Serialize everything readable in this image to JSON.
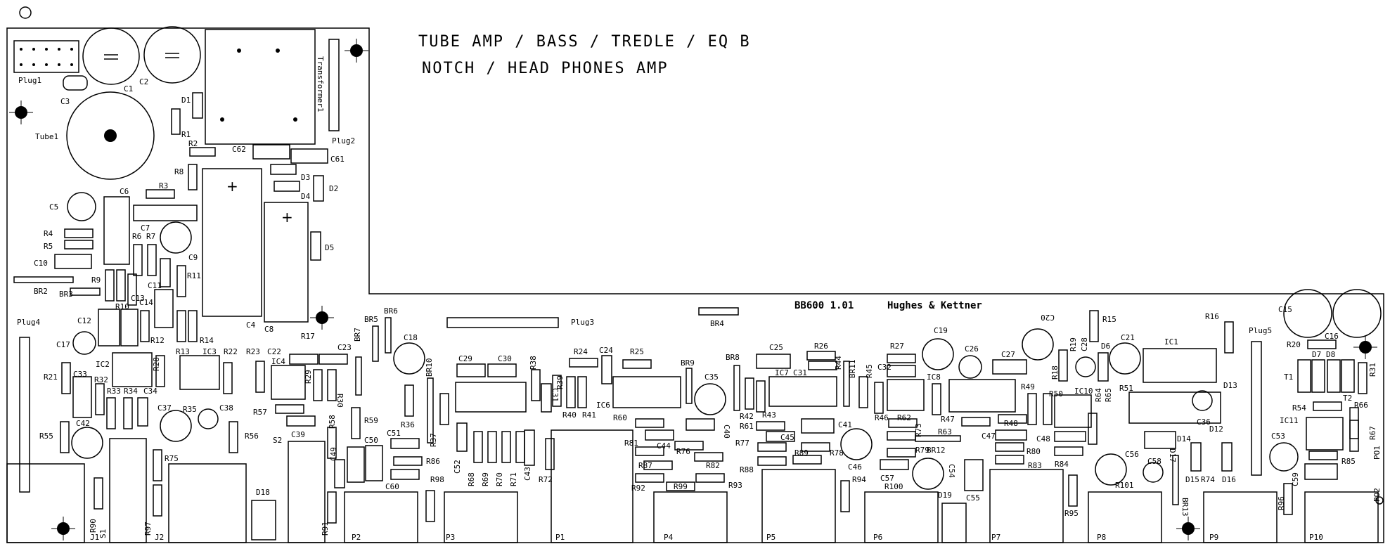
{
  "title": {
    "line1": "TUBE AMP / BASS / TREDLE / EQ B",
    "line2": "NOTCH / HEAD PHONES AMP"
  },
  "board": {
    "version": "BB600 1.01",
    "maker": "Hughes & Kettner"
  },
  "labels": {
    "plug1": "Plug1",
    "plug2": "Plug2",
    "plug3": "Plug3",
    "plug4": "Plug4",
    "plug5": "Plug5",
    "transformer": "Transformer1",
    "tube": "Tube1",
    "c1": "C1",
    "c2": "C2",
    "c3": "C3",
    "c4": "C4",
    "c5": "C5",
    "c6": "C6",
    "c7": "C7",
    "c8": "C8",
    "c9": "C9",
    "c10": "C10",
    "c11": "C11",
    "c12": "C12",
    "c13": "C13",
    "c14": "C14",
    "c15": "C15",
    "c16": "C16",
    "c17": "C17",
    "c18": "C18",
    "c19": "C19",
    "c21": "C21",
    "c22": "C22",
    "c23": "C23",
    "c24": "C24",
    "c25": "C25",
    "c26": "C26",
    "c27": "C27",
    "c28": "C28",
    "c29": "C29",
    "c30": "C30",
    "c31": "C31",
    "c32": "C32",
    "c33": "C33",
    "c34": "C34",
    "c35": "C35",
    "c36": "C36",
    "c37": "C37",
    "c38": "C38",
    "c39": "C39",
    "c40": "C40",
    "c41": "C41",
    "c42": "C42",
    "c43": "C43",
    "c44": "C44",
    "c45": "C45",
    "c46": "C46",
    "c47": "C47",
    "c48": "C48",
    "c49": "C49",
    "c50": "C50",
    "c51": "C51",
    "c52": "C52",
    "c53": "C53",
    "c54": "C54",
    "c55": "C55",
    "c56": "C56",
    "c57": "C57",
    "c58": "C58",
    "c59": "C59",
    "c60": "C60",
    "c61": "C61",
    "c62": "C62",
    "c20": "C20",
    "d1": "D1",
    "d2": "D2",
    "d3": "D3",
    "d4": "D4",
    "d5": "D5",
    "d6": "D6",
    "d7": "D7",
    "d8": "D8",
    "d12": "D12",
    "d13": "D13",
    "d14": "D14",
    "d15": "D15",
    "d16": "D16",
    "d17": "D17",
    "d18": "D18",
    "d19": "D19",
    "r1": "R1",
    "r2": "R2",
    "r3": "R3",
    "r4": "R4",
    "r5": "R5",
    "r6": "R6",
    "r7": "R7",
    "r8": "R8",
    "r9": "R9",
    "r10": "R10",
    "r11": "R11",
    "r12": "R12",
    "r13": "R13",
    "r14": "R14",
    "r15": "R15",
    "r16": "R16",
    "r17": "R17",
    "r18": "R18",
    "r19": "R19",
    "r20": "R20",
    "r21": "R21",
    "r22": "R22",
    "r23": "R23",
    "r24": "R24",
    "r25": "R25",
    "r26": "R26",
    "r27": "R27",
    "r28": "R28",
    "r29": "R29",
    "r30": "R30",
    "r31": "R31",
    "r32": "R32",
    "r33": "R33",
    "r34": "R34",
    "r35": "R35",
    "r36": "R36",
    "r37": "R37",
    "r38": "R38",
    "r39": "R39",
    "r40": "R40",
    "r41": "R41",
    "r42": "R42",
    "r43": "R43",
    "r44": "R44",
    "r45": "R45",
    "r46": "R46",
    "r47": "R47",
    "r48": "R48",
    "r49": "R49",
    "r50": "R50",
    "r51": "R51",
    "r54": "R54",
    "r55": "R55",
    "r56": "R56",
    "r57": "R57",
    "r58": "R58",
    "r59": "R59",
    "r60": "R60",
    "r61": "R61",
    "r62": "R62",
    "r63": "R63",
    "r64": "R64",
    "r65": "R65",
    "r66": "R66",
    "r67": "R67",
    "r68": "R68",
    "r69": "R69",
    "r70": "R70",
    "r71": "R71",
    "r72": "R72",
    "r73": "R73",
    "r74": "R74",
    "r75": "R75",
    "r76": "R76",
    "r77": "R77",
    "r78": "R78",
    "r79": "R79",
    "r80": "R80",
    "r81": "R81",
    "r82": "R82",
    "r83": "R83",
    "r84": "R84",
    "r85": "R85",
    "r86": "R86",
    "r87": "R87",
    "r88": "R88",
    "r89": "R89",
    "r90": "R90",
    "r91": "R91",
    "r92": "R92",
    "r93": "R93",
    "r94": "R94",
    "r95": "R95",
    "r96": "R96",
    "r97": "R97",
    "r98": "R98",
    "r99": "R99",
    "r100": "R100",
    "r101": "R101",
    "ic1": "IC1",
    "ic2": "IC2",
    "ic3": "IC3",
    "ic4": "IC4",
    "ic6": "IC6",
    "ic7": "IC7",
    "ic8": "IC8",
    "ic10": "IC10",
    "ic11": "IC11",
    "br2": "BR2",
    "br3": "BR3",
    "br4": "BR4",
    "br5": "BR5",
    "br6": "BR6",
    "br7": "BR7",
    "br8": "BR8",
    "br9": "BR9",
    "br10": "BR10",
    "br11": "BR11",
    "br12": "BR12",
    "br13": "BR13",
    "t1": "T1",
    "t2": "T2",
    "s1": "S1",
    "s2": "S2",
    "j1": "J1",
    "j2": "J2",
    "p1": "P1",
    "p2": "P2",
    "p3": "P3",
    "p4": "P4",
    "p5": "P5",
    "p6": "P6",
    "p7": "P7",
    "p8": "P8",
    "p9": "P9",
    "p10": "P10",
    "po1": "PO1",
    "po2": "PO2"
  }
}
